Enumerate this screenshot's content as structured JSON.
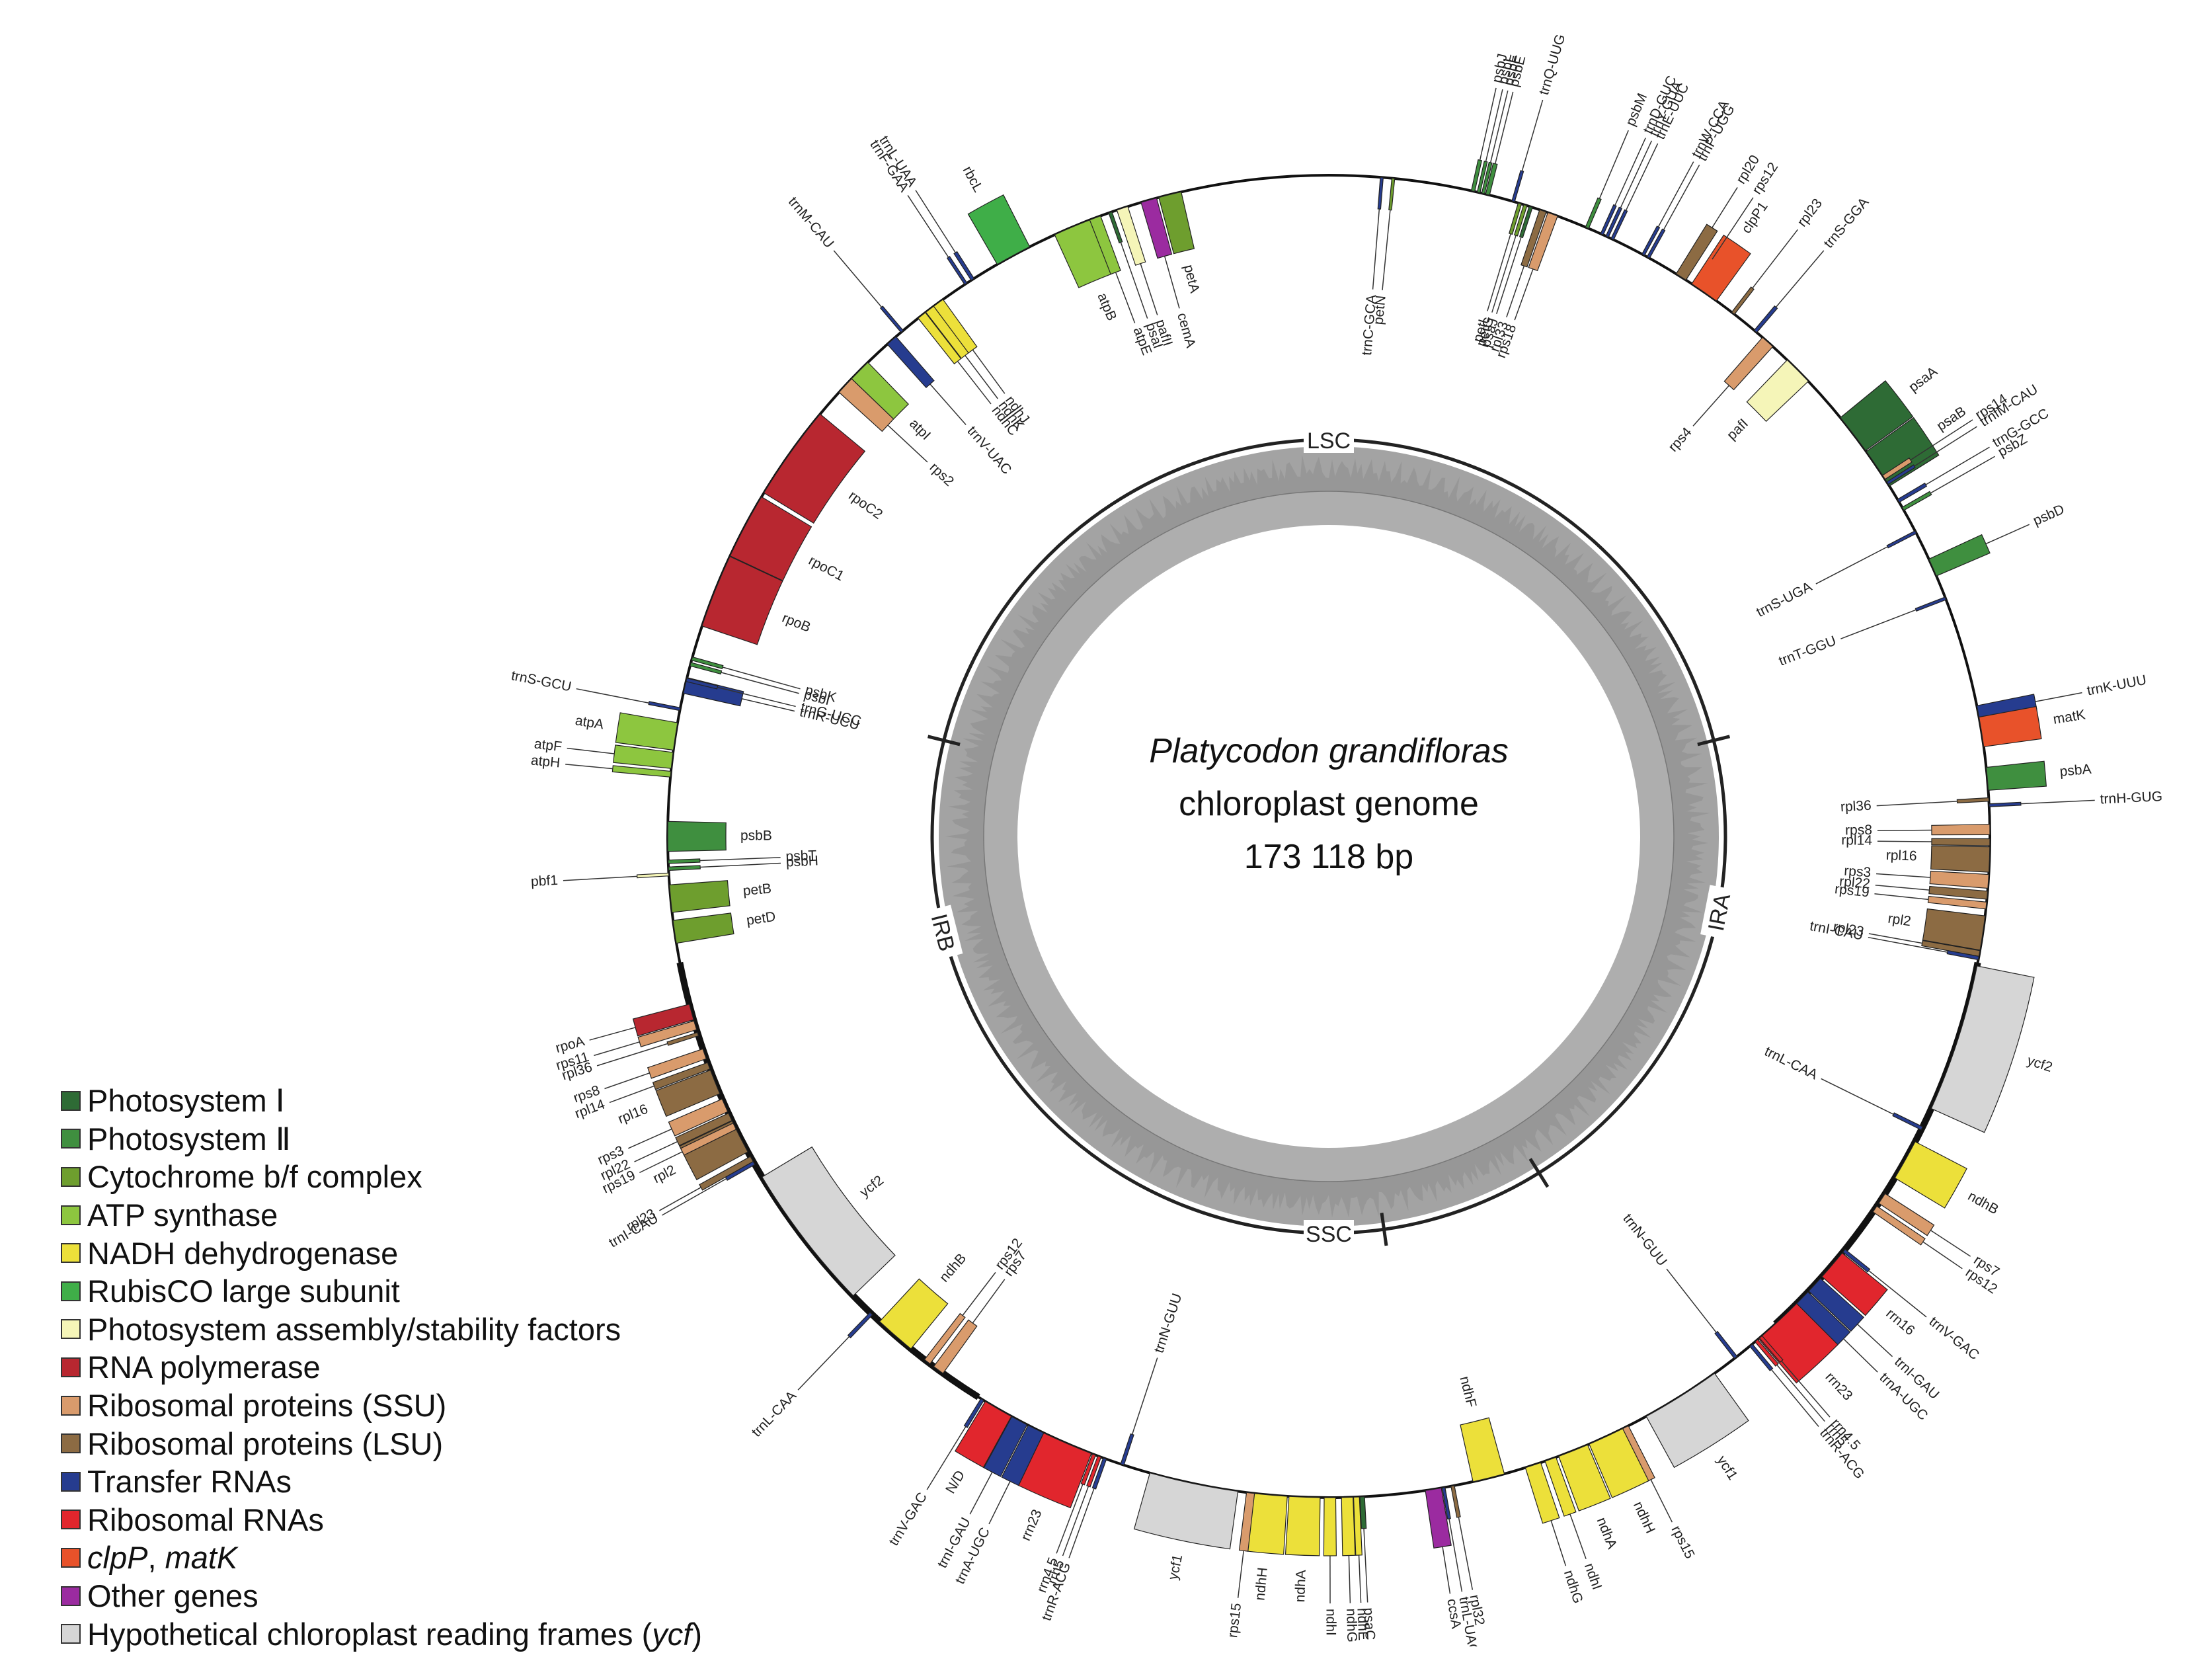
{
  "center": {
    "species": "Platycodon grandifloras",
    "subtitle": "chloroplast genome",
    "size_label": "173 118 bp"
  },
  "region_labels": [
    "LSC",
    "IRA",
    "SSC",
    "IRB"
  ],
  "colors": {
    "psi": "#2e6b35",
    "psii": "#3f8f3f",
    "cyt": "#6e9e2e",
    "atp": "#8dc63f",
    "ndh": "#ece03a",
    "rbc": "#3fae48",
    "paf": "#f5f5b8",
    "rpo": "#b82730",
    "rps": "#d99b6c",
    "rpl": "#8c6b43",
    "trn": "#263c8f",
    "rrn": "#e1262d",
    "clp": "#e8522a",
    "oth": "#9b2ba0",
    "ycf": "#d6d6d6",
    "gc_outer": "#a3a3a3",
    "gc_inner": "#d4d4d4"
  },
  "legend": [
    {
      "label": "Photosystem Ⅰ",
      "color": "#2e6b35"
    },
    {
      "label": "Photosystem Ⅱ",
      "color": "#3f8f3f"
    },
    {
      "label": "Cytochrome b/f complex",
      "color": "#6e9e2e"
    },
    {
      "label": "ATP synthase",
      "color": "#8dc63f"
    },
    {
      "label": "NADH dehydrogenase",
      "color": "#ece03a"
    },
    {
      "label": "RubisCO large subunit",
      "color": "#3fae48"
    },
    {
      "label": "Photosystem assembly/stability factors",
      "color": "#f5f5b8"
    },
    {
      "label": "RNA polymerase",
      "color": "#b82730"
    },
    {
      "label": "Ribosomal proteins (SSU)",
      "color": "#d99b6c"
    },
    {
      "label": "Ribosomal proteins (LSU)",
      "color": "#8c6b43"
    },
    {
      "label": "Transfer RNAs",
      "color": "#263c8f"
    },
    {
      "label": "Ribosomal RNAs",
      "color": "#e1262d"
    },
    {
      "label": "clpP, matK",
      "color": "#e8522a",
      "italic_parts": [
        "clpP",
        "matK"
      ]
    },
    {
      "label": "Other genes",
      "color": "#9b2ba0"
    },
    {
      "label": "Hypothetical chloroplast reading frames (ycf)",
      "color": "#d6d6d6",
      "italic_parts": [
        "ycf"
      ]
    }
  ],
  "genes": [
    {
      "name": "psbJ",
      "cat": "psii",
      "pos": 12.6,
      "len": 0.3,
      "side": "out"
    },
    {
      "name": "psbL",
      "cat": "psii",
      "pos": 13.1,
      "len": 0.25,
      "side": "out"
    },
    {
      "name": "psbF",
      "cat": "psii",
      "pos": 13.5,
      "len": 0.25,
      "side": "out"
    },
    {
      "name": "psbE",
      "cat": "psii",
      "pos": 13.9,
      "len": 0.35,
      "side": "out"
    },
    {
      "name": "trnQ-UUG",
      "cat": "trn",
      "pos": 16.2,
      "len": 0.25,
      "side": "out"
    },
    {
      "name": "psbM",
      "cat": "psii",
      "pos": 23.0,
      "len": 0.3,
      "side": "out"
    },
    {
      "name": "trnD-GUC",
      "cat": "trn",
      "pos": 24.4,
      "len": 0.25,
      "side": "out"
    },
    {
      "name": "trnY-GUA",
      "cat": "trn",
      "pos": 24.9,
      "len": 0.25,
      "side": "out"
    },
    {
      "name": "trnE-UUC",
      "cat": "trn",
      "pos": 25.4,
      "len": 0.25,
      "side": "out"
    },
    {
      "name": "trnW-CCA",
      "cat": "trn",
      "pos": 28.4,
      "len": 0.25,
      "side": "out"
    },
    {
      "name": "trnP-UGG",
      "cat": "trn",
      "pos": 28.9,
      "len": 0.25,
      "side": "out"
    },
    {
      "name": "rpl20",
      "cat": "rpl",
      "pos": 32.2,
      "len": 1.0,
      "side": "out"
    },
    {
      "name": "rps12",
      "cat": "rps",
      "pos": 33.6,
      "len": 0.3,
      "side": "out"
    },
    {
      "name": "clpP1",
      "cat": "clp",
      "pos": 34.6,
      "len": 2.6,
      "side": "out"
    },
    {
      "name": "rpl23",
      "cat": "rpl",
      "pos": 37.7,
      "len": 0.3,
      "side": "out"
    },
    {
      "name": "trnS-GGA",
      "cat": "trn",
      "pos": 40.2,
      "len": 0.3,
      "side": "out"
    },
    {
      "name": "rps4",
      "cat": "rps",
      "pos": 41.6,
      "len": 1.2,
      "side": "in"
    },
    {
      "name": "pafI",
      "cat": "paf",
      "pos": 45.2,
      "len": 2.6,
      "side": "in"
    },
    {
      "name": "psaA",
      "cat": "psi",
      "pos": 52.5,
      "len": 3.6,
      "side": "out"
    },
    {
      "name": "psaB",
      "cat": "psi",
      "pos": 56.2,
      "len": 3.6,
      "side": "out"
    },
    {
      "name": "rps14",
      "cat": "rps",
      "pos": 57.1,
      "len": 0.4,
      "side": "out"
    },
    {
      "name": "trnfM-CAU",
      "cat": "trn",
      "pos": 57.7,
      "len": 0.25,
      "side": "out"
    },
    {
      "name": "trnG-GCC",
      "cat": "trn",
      "pos": 59.5,
      "len": 0.3,
      "side": "out"
    },
    {
      "name": "psbZ",
      "cat": "psii",
      "pos": 60.3,
      "len": 0.3,
      "side": "out"
    },
    {
      "name": "trnS-UGA",
      "cat": "trn",
      "pos": 62.6,
      "len": 0.25,
      "side": "in"
    },
    {
      "name": "psbD",
      "cat": "psii",
      "pos": 66.0,
      "len": 1.6,
      "side": "out"
    },
    {
      "name": "trnT-GGU",
      "cat": "trn",
      "pos": 68.9,
      "len": 0.25,
      "side": "in"
    },
    {
      "name": "trnK-UUU",
      "cat": "trn",
      "pos": 79.2,
      "len": 1.2,
      "side": "out"
    },
    {
      "name": "matK",
      "cat": "clp",
      "pos": 80.9,
      "len": 2.6,
      "side": "out"
    },
    {
      "name": "psbA",
      "cat": "psii",
      "pos": 85.0,
      "len": 2.0,
      "side": "out"
    },
    {
      "name": "rpl36",
      "cat": "rpl",
      "pos": 86.8,
      "len": 0.3,
      "side": "in"
    },
    {
      "name": "trnH-GUG",
      "cat": "trn",
      "pos": 87.3,
      "len": 0.25,
      "side": "out"
    },
    {
      "name": "rps8",
      "cat": "rps",
      "pos": 89.4,
      "len": 0.9,
      "side": "in"
    },
    {
      "name": "rpl14",
      "cat": "rpl",
      "pos": 90.5,
      "len": 0.6,
      "side": "in"
    },
    {
      "name": "rpl16",
      "cat": "rpl",
      "pos": 92.0,
      "len": 2.2,
      "side": "in"
    },
    {
      "name": "rps3",
      "cat": "rps",
      "pos": 93.9,
      "len": 1.2,
      "side": "in"
    },
    {
      "name": "rpl22",
      "cat": "rpl",
      "pos": 95.1,
      "len": 0.7,
      "side": "in"
    },
    {
      "name": "rps19",
      "cat": "rps",
      "pos": 96.0,
      "len": 0.6,
      "side": "in"
    },
    {
      "name": "rpl2",
      "cat": "rpl",
      "pos": 98.4,
      "len": 3.0,
      "side": "in"
    },
    {
      "name": "rpl23",
      "cat": "rpl",
      "pos": 100.2,
      "len": 0.5,
      "side": "in"
    },
    {
      "name": "trnI-CAU",
      "cat": "trn",
      "pos": 100.6,
      "len": 0.3,
      "side": "in"
    },
    {
      "name": "ycf2",
      "cat": "ycf",
      "pos": 107.8,
      "len": 13.0,
      "side": "out"
    },
    {
      "name": "trnL-CAA",
      "cat": "trn",
      "pos": 116.2,
      "len": 0.3,
      "side": "in"
    },
    {
      "name": "ndhB",
      "cat": "ndh",
      "pos": 119.3,
      "len": 3.6,
      "side": "out"
    },
    {
      "name": "rps7",
      "cat": "rps",
      "pos": 123.2,
      "len": 1.0,
      "side": "out"
    },
    {
      "name": "rps12",
      "cat": "rps",
      "pos": 124.3,
      "len": 0.6,
      "side": "out"
    },
    {
      "name": "trnV-GAC",
      "cat": "trn",
      "pos": 128.8,
      "len": 0.3,
      "side": "out"
    },
    {
      "name": "rrn16",
      "cat": "rrn",
      "pos": 130.4,
      "len": 2.7,
      "side": "out"
    },
    {
      "name": "trnI-GAU",
      "cat": "trn",
      "pos": 132.7,
      "len": 1.5,
      "side": "out"
    },
    {
      "name": "trnA-UGC",
      "cat": "trn",
      "pos": 134.3,
      "len": 1.5,
      "side": "out"
    },
    {
      "name": "rrn23",
      "cat": "rrn",
      "pos": 137.2,
      "len": 4.5,
      "side": "out"
    },
    {
      "name": "rrn4.5",
      "cat": "rrn",
      "pos": 139.2,
      "len": 0.3,
      "side": "out"
    },
    {
      "name": "rrn5",
      "cat": "rrn",
      "pos": 139.7,
      "len": 0.3,
      "side": "out"
    },
    {
      "name": "trnR-ACG",
      "cat": "trn",
      "pos": 140.3,
      "len": 0.3,
      "side": "out"
    },
    {
      "name": "trnN-GUU",
      "cat": "trn",
      "pos": 142.0,
      "len": 0.3,
      "side": "in"
    },
    {
      "name": "ycf1",
      "cat": "ycf",
      "pos": 147.8,
      "len": 7.0,
      "side": "out"
    },
    {
      "name": "rps15",
      "cat": "rps",
      "pos": 153.4,
      "len": 0.7,
      "side": "out"
    },
    {
      "name": "ndhH",
      "cat": "ndh",
      "pos": 155.2,
      "len": 3.2,
      "side": "out"
    },
    {
      "name": "ndhA",
      "cat": "ndh",
      "pos": 158.3,
      "len": 2.7,
      "side": "out"
    },
    {
      "name": "ndhI",
      "cat": "ndh",
      "pos": 160.4,
      "len": 1.0,
      "side": "out"
    },
    {
      "name": "ndhG",
      "cat": "ndh",
      "pos": 162.0,
      "len": 1.4,
      "side": "out"
    },
    {
      "name": "ndhF",
      "cat": "ndh",
      "pos": 166.0,
      "len": 2.8,
      "side": "in"
    },
    {
      "name": "rpl32",
      "cat": "rpl",
      "pos": 169.2,
      "len": 0.3,
      "side": "out"
    },
    {
      "name": "trnL-UAG",
      "cat": "trn",
      "pos": 170.0,
      "len": 0.25,
      "side": "out"
    },
    {
      "name": "ccsA",
      "cat": "oth",
      "pos": 170.9,
      "len": 1.4,
      "side": "out"
    },
    {
      "name": "psaC",
      "cat": "psi",
      "pos": 177.1,
      "len": 0.4,
      "side": "out"
    },
    {
      "name": "ndhE",
      "cat": "ndh",
      "pos": 177.6,
      "len": 0.5,
      "side": "out"
    },
    {
      "name": "ndhG",
      "cat": "ndh",
      "pos": 178.4,
      "len": 1.0,
      "side": "out"
    },
    {
      "name": "ndhI",
      "cat": "ndh",
      "pos": 179.9,
      "len": 1.0,
      "side": "out"
    },
    {
      "name": "ndhA",
      "cat": "ndh",
      "pos": 182.1,
      "len": 2.7,
      "side": "out"
    },
    {
      "name": "ndhH",
      "cat": "ndh",
      "pos": 185.1,
      "len": 3.0,
      "side": "out"
    },
    {
      "name": "rps15",
      "cat": "rps",
      "pos": 186.8,
      "len": 0.7,
      "side": "out"
    },
    {
      "name": "ycf1",
      "cat": "ycf",
      "pos": 191.8,
      "len": 7.8,
      "side": "out"
    },
    {
      "name": "trnN-GUU",
      "cat": "trn",
      "pos": 198.2,
      "len": 0.3,
      "side": "in"
    },
    {
      "name": "trnR-ACG",
      "cat": "trn",
      "pos": 199.8,
      "len": 0.3,
      "side": "out"
    },
    {
      "name": "rrn5",
      "cat": "rrn",
      "pos": 200.3,
      "len": 0.3,
      "side": "out"
    },
    {
      "name": "rrn4.5",
      "cat": "rrn",
      "pos": 200.8,
      "len": 0.3,
      "side": "out"
    },
    {
      "name": "rrn23",
      "cat": "rrn",
      "pos": 203.3,
      "len": 4.5,
      "side": "out"
    },
    {
      "name": "trnA-UGC",
      "cat": "trn",
      "pos": 206.3,
      "len": 1.5,
      "side": "out"
    },
    {
      "name": "trnI-GAU",
      "cat": "trn",
      "pos": 207.9,
      "len": 1.5,
      "side": "out"
    },
    {
      "name": "N/D",
      "cat": "rrn",
      "pos": 210.0,
      "len": 2.6,
      "side": "out"
    },
    {
      "name": "trnV-GAC",
      "cat": "trn",
      "pos": 211.6,
      "len": 0.3,
      "side": "out"
    },
    {
      "name": "rps7",
      "cat": "rps",
      "pos": 216.2,
      "len": 1.0,
      "side": "in"
    },
    {
      "name": "rps12",
      "cat": "rps",
      "pos": 217.4,
      "len": 0.6,
      "side": "in"
    },
    {
      "name": "ndhB",
      "cat": "ndh",
      "pos": 221.0,
      "len": 3.6,
      "side": "in"
    },
    {
      "name": "trnL-CAA",
      "cat": "trn",
      "pos": 223.8,
      "len": 0.3,
      "side": "out"
    },
    {
      "name": "ycf2",
      "cat": "ycf",
      "pos": 232.5,
      "len": 13.0,
      "side": "in"
    },
    {
      "name": "trnI-CAU",
      "cat": "trn",
      "pos": 240.4,
      "len": 0.3,
      "side": "out"
    },
    {
      "name": "rpl23",
      "cat": "rpl",
      "pos": 240.8,
      "len": 0.5,
      "side": "out"
    },
    {
      "name": "rpl2",
      "cat": "rpl",
      "pos": 243.0,
      "len": 3.0,
      "side": "out"
    },
    {
      "name": "rps19",
      "cat": "rps",
      "pos": 244.0,
      "len": 0.6,
      "side": "out"
    },
    {
      "name": "rpl22",
      "cat": "rpl",
      "pos": 244.9,
      "len": 0.7,
      "side": "out"
    },
    {
      "name": "rps3",
      "cat": "rps",
      "pos": 246.0,
      "len": 1.2,
      "side": "out"
    },
    {
      "name": "rpl16",
      "cat": "rpl",
      "pos": 248.2,
      "len": 2.2,
      "side": "out"
    },
    {
      "name": "rpl14",
      "cat": "rpl",
      "pos": 249.7,
      "len": 0.6,
      "side": "out"
    },
    {
      "name": "rps8",
      "cat": "rps",
      "pos": 250.8,
      "len": 0.9,
      "side": "out"
    },
    {
      "name": "rpl36",
      "cat": "rpl",
      "pos": 252.6,
      "len": 0.3,
      "side": "out"
    },
    {
      "name": "rps11",
      "cat": "rps",
      "pos": 253.4,
      "len": 0.8,
      "side": "out"
    },
    {
      "name": "rpoA",
      "cat": "rpo",
      "pos": 254.6,
      "len": 1.4,
      "side": "out"
    },
    {
      "name": "petD",
      "cat": "cyt",
      "pos": 261.7,
      "len": 2.0,
      "side": "in"
    },
    {
      "name": "petB",
      "cat": "cyt",
      "pos": 264.6,
      "len": 2.4,
      "side": "in"
    },
    {
      "name": "pbf1",
      "cat": "paf",
      "pos": 266.7,
      "len": 0.25,
      "side": "out"
    },
    {
      "name": "psbH",
      "cat": "psii",
      "pos": 267.2,
      "len": 0.3,
      "side": "in"
    },
    {
      "name": "psbT",
      "cat": "psii",
      "pos": 267.8,
      "len": 0.3,
      "side": "in"
    },
    {
      "name": "psbB",
      "cat": "psii",
      "pos": 270.0,
      "len": 2.6,
      "side": "in"
    },
    {
      "name": "atpH",
      "cat": "atp",
      "pos": 275.4,
      "len": 0.5,
      "side": "out"
    },
    {
      "name": "atpF",
      "cat": "atp",
      "pos": 276.6,
      "len": 1.4,
      "side": "out"
    },
    {
      "name": "atpA",
      "cat": "atp",
      "pos": 278.7,
      "len": 2.4,
      "side": "out"
    },
    {
      "name": "trnS-GCU",
      "cat": "trn",
      "pos": 281.1,
      "len": 0.25,
      "side": "out"
    },
    {
      "name": "trnR-UCU",
      "cat": "trn",
      "pos": 283.2,
      "len": 1.4,
      "side": "in"
    },
    {
      "name": "trnG-UCC",
      "cat": "trn",
      "pos": 283.7,
      "len": 0.3,
      "side": "in"
    },
    {
      "name": "psbI",
      "cat": "psii",
      "pos": 285.1,
      "len": 0.3,
      "side": "in"
    },
    {
      "name": "psbK",
      "cat": "psii",
      "pos": 285.6,
      "len": 0.3,
      "side": "in"
    },
    {
      "name": "rpoB",
      "cat": "rpo",
      "pos": 291.8,
      "len": 6.5,
      "side": "in"
    },
    {
      "name": "rpoC1",
      "cat": "rpo",
      "pos": 298.0,
      "len": 5.8,
      "side": "in"
    },
    {
      "name": "rpoC2",
      "cat": "rpo",
      "pos": 305.5,
      "len": 8.4,
      "side": "in"
    },
    {
      "name": "rps2",
      "cat": "rps",
      "pos": 313.0,
      "len": 1.6,
      "side": "in"
    },
    {
      "name": "atpI",
      "cat": "atp",
      "pos": 314.8,
      "len": 2.0,
      "side": "in"
    },
    {
      "name": "trnV-UAC",
      "cat": "trn",
      "pos": 318.6,
      "len": 1.0,
      "side": "in"
    },
    {
      "name": "trnM-CAU",
      "cat": "trn",
      "pos": 319.8,
      "len": 0.25,
      "side": "out"
    },
    {
      "name": "ndhC",
      "cat": "ndh",
      "pos": 322.0,
      "len": 0.8,
      "side": "in"
    },
    {
      "name": "ndhK",
      "cat": "ndh",
      "pos": 322.9,
      "len": 0.9,
      "side": "in"
    },
    {
      "name": "ndhJ",
      "cat": "ndh",
      "pos": 323.8,
      "len": 1.0,
      "side": "in"
    },
    {
      "name": "trnF-GAA",
      "cat": "trn",
      "pos": 326.7,
      "len": 0.25,
      "side": "out"
    },
    {
      "name": "trnL-UAA",
      "cat": "trn",
      "pos": 327.4,
      "len": 0.3,
      "side": "out"
    },
    {
      "name": "rbcL",
      "cat": "rbc",
      "pos": 331.5,
      "len": 3.2,
      "side": "out"
    },
    {
      "name": "atpB",
      "cat": "atp",
      "pos": 337.2,
      "len": 3.4,
      "side": "in"
    },
    {
      "name": "atpE",
      "cat": "atp",
      "pos": 339.3,
      "len": 1.0,
      "side": "in"
    },
    {
      "name": "psaI",
      "cat": "psi",
      "pos": 340.7,
      "len": 0.3,
      "side": "in"
    },
    {
      "name": "pafII",
      "cat": "paf",
      "pos": 341.8,
      "len": 1.0,
      "side": "in"
    },
    {
      "name": "cemA",
      "cat": "oth",
      "pos": 344.2,
      "len": 1.4,
      "side": "in"
    },
    {
      "name": "petA",
      "cat": "cyt",
      "pos": 346.1,
      "len": 2.0,
      "side": "in"
    },
    {
      "name": "trnC-GCA",
      "cat": "trn",
      "pos": 4.6,
      "len": 0.25,
      "side": "in"
    },
    {
      "name": "petN",
      "cat": "cyt",
      "pos": 5.6,
      "len": 0.25,
      "side": "in"
    },
    {
      "name": "petL",
      "cat": "cyt",
      "pos": 16.8,
      "len": 0.3,
      "side": "in"
    },
    {
      "name": "petG",
      "cat": "cyt",
      "pos": 17.3,
      "len": 0.3,
      "side": "in"
    },
    {
      "name": "psaJ",
      "cat": "psi",
      "pos": 17.8,
      "len": 0.3,
      "side": "in"
    },
    {
      "name": "rpl33",
      "cat": "rpl",
      "pos": 18.9,
      "len": 0.6,
      "side": "in"
    },
    {
      "name": "rps18",
      "cat": "rps",
      "pos": 19.8,
      "len": 0.9,
      "side": "in"
    }
  ]
}
